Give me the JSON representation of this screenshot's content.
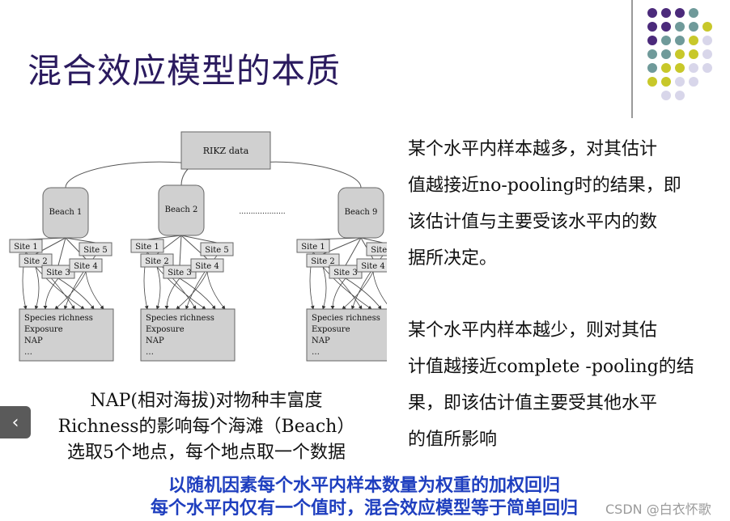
{
  "slide": {
    "title": "混合效应模型的本质",
    "diagram": {
      "root": "RIKZ data",
      "beaches": [
        "Beach 1",
        "Beach 2",
        "Beach 9"
      ],
      "ellipsis": "....................",
      "sites": [
        "Site 1",
        "Site 2",
        "Site 3",
        "Site 4",
        "Site 5"
      ],
      "outcome_lines": [
        "Species richness",
        "Exposure",
        "NAP",
        "…"
      ]
    },
    "caption_lines": [
      "NAP(相对海拔)对物种丰富度",
      "Richness的影响每个海滩（Beach）",
      "选取5个地点，每个地点取一个数据"
    ],
    "para1_lines": [
      "某个水平内样本越多，对其估计",
      "值越接近no-pooling时的结果，即",
      "该估计值与主要受该水平内的数",
      "据所决定。"
    ],
    "para2_lines": [
      "某个水平内样本越少，则对其估",
      "计值越接近complete -pooling的结",
      "果，即该估计值主要受其他水平",
      "的值所影响"
    ],
    "bottom_lines": [
      "以随机因素每个水平内样本数量为权重的加权回归",
      "每个水平内仅有一个值时，混合效应模型等于简单回归"
    ],
    "colors": {
      "title": "#2a1a5e",
      "bottom_text": "#1f3fbf",
      "dot_purple": "#4b2a7b",
      "dot_teal": "#6f9a9a",
      "dot_yellow": "#c8c82a",
      "dot_lavender": "#d8d6ea"
    }
  },
  "nav": {
    "prev_icon": "‹"
  },
  "watermark": "CSDN @白衣怀歌"
}
